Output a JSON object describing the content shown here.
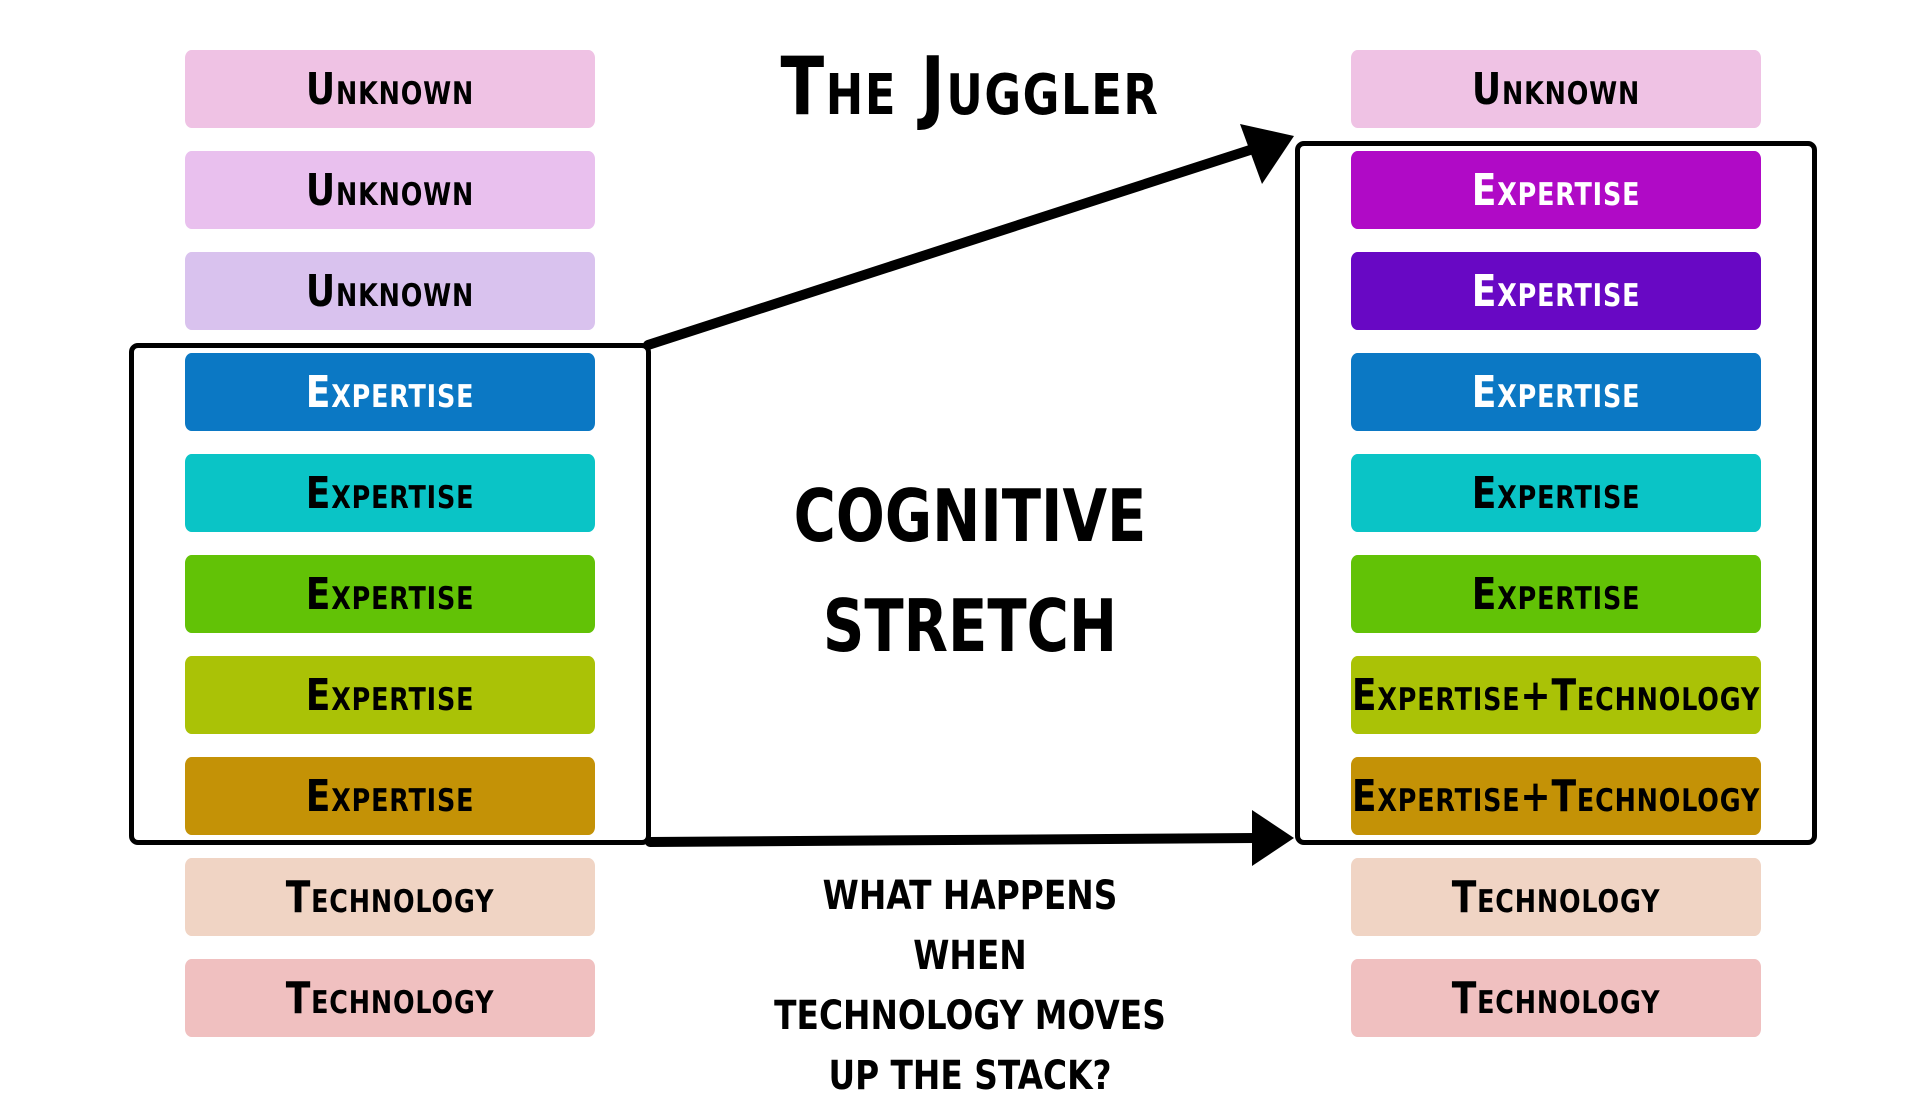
{
  "title": "The Juggler",
  "center": {
    "line1": "COGNITIVE",
    "line2": "STRETCH"
  },
  "question": {
    "line1": "WHAT HAPPENS WHEN",
    "line2": "TECHNOLOGY MOVES",
    "line3": "UP THE STACK?"
  },
  "left_stack": [
    {
      "label": "Unknown",
      "color": "#EFC2E4",
      "text_color": "#000000"
    },
    {
      "label": "Unknown",
      "color": "#E9C0EE",
      "text_color": "#000000"
    },
    {
      "label": "Unknown",
      "color": "#D9C2EE",
      "text_color": "#000000"
    },
    {
      "label": "Expertise",
      "color": "#0B78C4",
      "text_color": "#FFFFFF"
    },
    {
      "label": "Expertise",
      "color": "#0AC4C6",
      "text_color": "#000000"
    },
    {
      "label": "Expertise",
      "color": "#62C206",
      "text_color": "#000000"
    },
    {
      "label": "Expertise",
      "color": "#AAC206",
      "text_color": "#000000"
    },
    {
      "label": "Expertise",
      "color": "#C49206",
      "text_color": "#000000"
    },
    {
      "label": "Technology",
      "color": "#F0D4C4",
      "text_color": "#000000"
    },
    {
      "label": "Technology",
      "color": "#F0C0C0",
      "text_color": "#000000"
    }
  ],
  "right_stack": [
    {
      "label": "Unknown",
      "color": "#EFC2E4",
      "text_color": "#000000"
    },
    {
      "label": "Expertise",
      "color": "#B00AC6",
      "text_color": "#FFFFFF"
    },
    {
      "label": "Expertise",
      "color": "#6808C4",
      "text_color": "#FFFFFF"
    },
    {
      "label": "Expertise",
      "color": "#0B78C4",
      "text_color": "#FFFFFF"
    },
    {
      "label": "Expertise",
      "color": "#0AC4C6",
      "text_color": "#000000"
    },
    {
      "label": "Expertise",
      "color": "#62C206",
      "text_color": "#000000"
    },
    {
      "label": "Expertise+Technology",
      "color": "#AAC206",
      "text_color": "#000000"
    },
    {
      "label": "Expertise+Technology",
      "color": "#C49206",
      "text_color": "#000000"
    },
    {
      "label": "Technology",
      "color": "#F0D4C4",
      "text_color": "#000000"
    },
    {
      "label": "Technology",
      "color": "#F0C0C0",
      "text_color": "#000000"
    }
  ],
  "left_group": {
    "from": 3,
    "to": 7
  },
  "right_group": {
    "from": 1,
    "to": 7
  }
}
